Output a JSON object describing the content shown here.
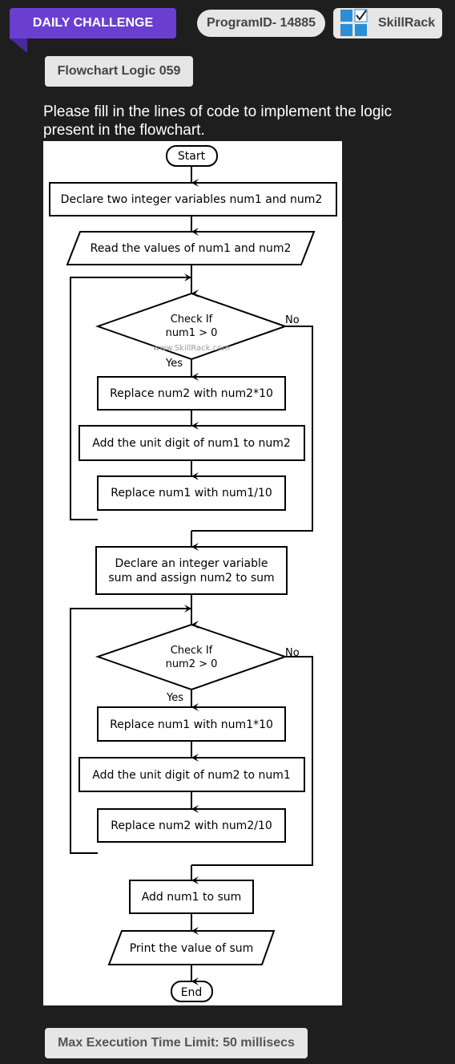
{
  "header": {
    "daily_challenge": "DAILY CHALLENGE",
    "program_id": "ProgramID- 14885",
    "brand": "SkillRack"
  },
  "problem": {
    "title": "Flowchart Logic 059",
    "instructions": "Please fill in the lines of code to implement the logic present in the flowchart."
  },
  "flowchart": {
    "start": "Start",
    "declare_vars": "Declare two integer variables num1 and num2",
    "read_values": "Read the values of num1 and num2",
    "check1_line1": "Check If",
    "check1_line2": "num1 > 0",
    "yes": "Yes",
    "no": "No",
    "watermark": "www.SkillRack.com",
    "step1": "Replace num2 with num2*10",
    "step2": "Add the unit digit of num1 to num2",
    "step3": "Replace num1 with num1/10",
    "declare_sum_line1": "Declare an integer variable",
    "declare_sum_line2": "sum and assign num2 to sum",
    "check2_line1": "Check If",
    "check2_line2": "num2 > 0",
    "step4": "Replace num1 with num1*10",
    "step5": "Add the unit digit of num2 to num1",
    "step6": "Replace num2 with num2/10",
    "add_sum": "Add num1 to sum",
    "print_sum": "Print the value of sum",
    "end": "End"
  },
  "footer": {
    "time_limit": "Max Execution Time Limit: 50 millisecs"
  },
  "colors": {
    "background": "#1e1e1e",
    "accent": "#6a3fd0",
    "pill": "#e6e6e6",
    "logo_blue": "#2a8fd6"
  }
}
